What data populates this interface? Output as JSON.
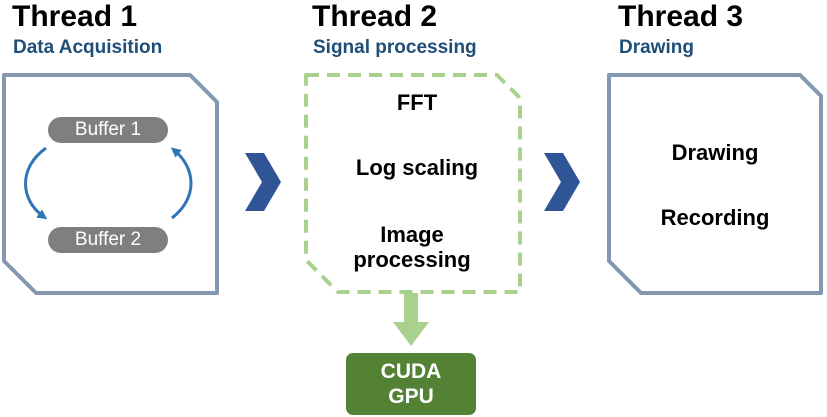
{
  "colors": {
    "accent_blue": "#1f4e79",
    "arrow_blue": "#2e75b6",
    "chevron_blue": "#2f5597",
    "frame_gray": "#8497b0",
    "pill_gray": "#7f7f7f",
    "dashed_green": "#a9d18e",
    "cuda_green": "#548235"
  },
  "threads": [
    {
      "title": "Thread 1",
      "subtitle": "Data Acquisition",
      "buffers": [
        "Buffer 1",
        "Buffer 2"
      ]
    },
    {
      "title": "Thread 2",
      "subtitle": "Signal processing",
      "steps": [
        "FFT",
        "Log scaling",
        "Image processing"
      ]
    },
    {
      "title": "Thread 3",
      "subtitle": "Drawing",
      "steps": [
        "Drawing",
        "Recording"
      ]
    }
  ],
  "gpu": {
    "line1": "CUDA",
    "line2": "GPU"
  },
  "icons": {
    "flow": "chevron-right-icon",
    "swap": "curved-arrow-icon",
    "offload": "down-arrow-icon"
  }
}
